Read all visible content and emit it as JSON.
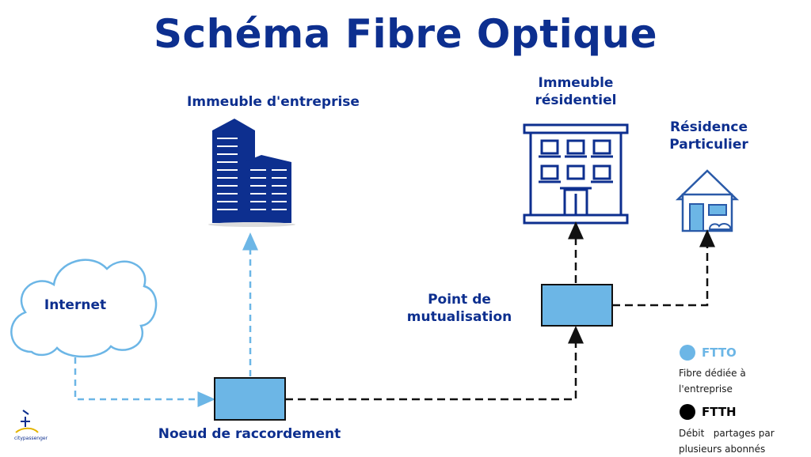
{
  "title": "Schéma Fibre Optique",
  "labels": {
    "enterprise": "Immeuble d'entreprise",
    "residential": "Immeuble\nrésidentiel",
    "house": "Résidence\nParticulier",
    "internet": "Internet",
    "mutualisation": "Point de\nmutualisation",
    "raccordement": "Noeud de raccordement"
  },
  "legend": {
    "ftto": {
      "title": "FTTO",
      "desc": "Fibre dédiée à\nl'entreprise",
      "color": "#6cb6e6"
    },
    "ftth": {
      "title": "FTTH",
      "desc": "Débit   partages par\nplusieurs abonnés",
      "color": "#000000"
    }
  },
  "logo": {
    "text": "citypassenger"
  },
  "colors": {
    "brand": "#0d2f8f",
    "box": "#6cb6e6",
    "ftto_line": "#6cb6e6",
    "ftth_line": "#111111"
  }
}
